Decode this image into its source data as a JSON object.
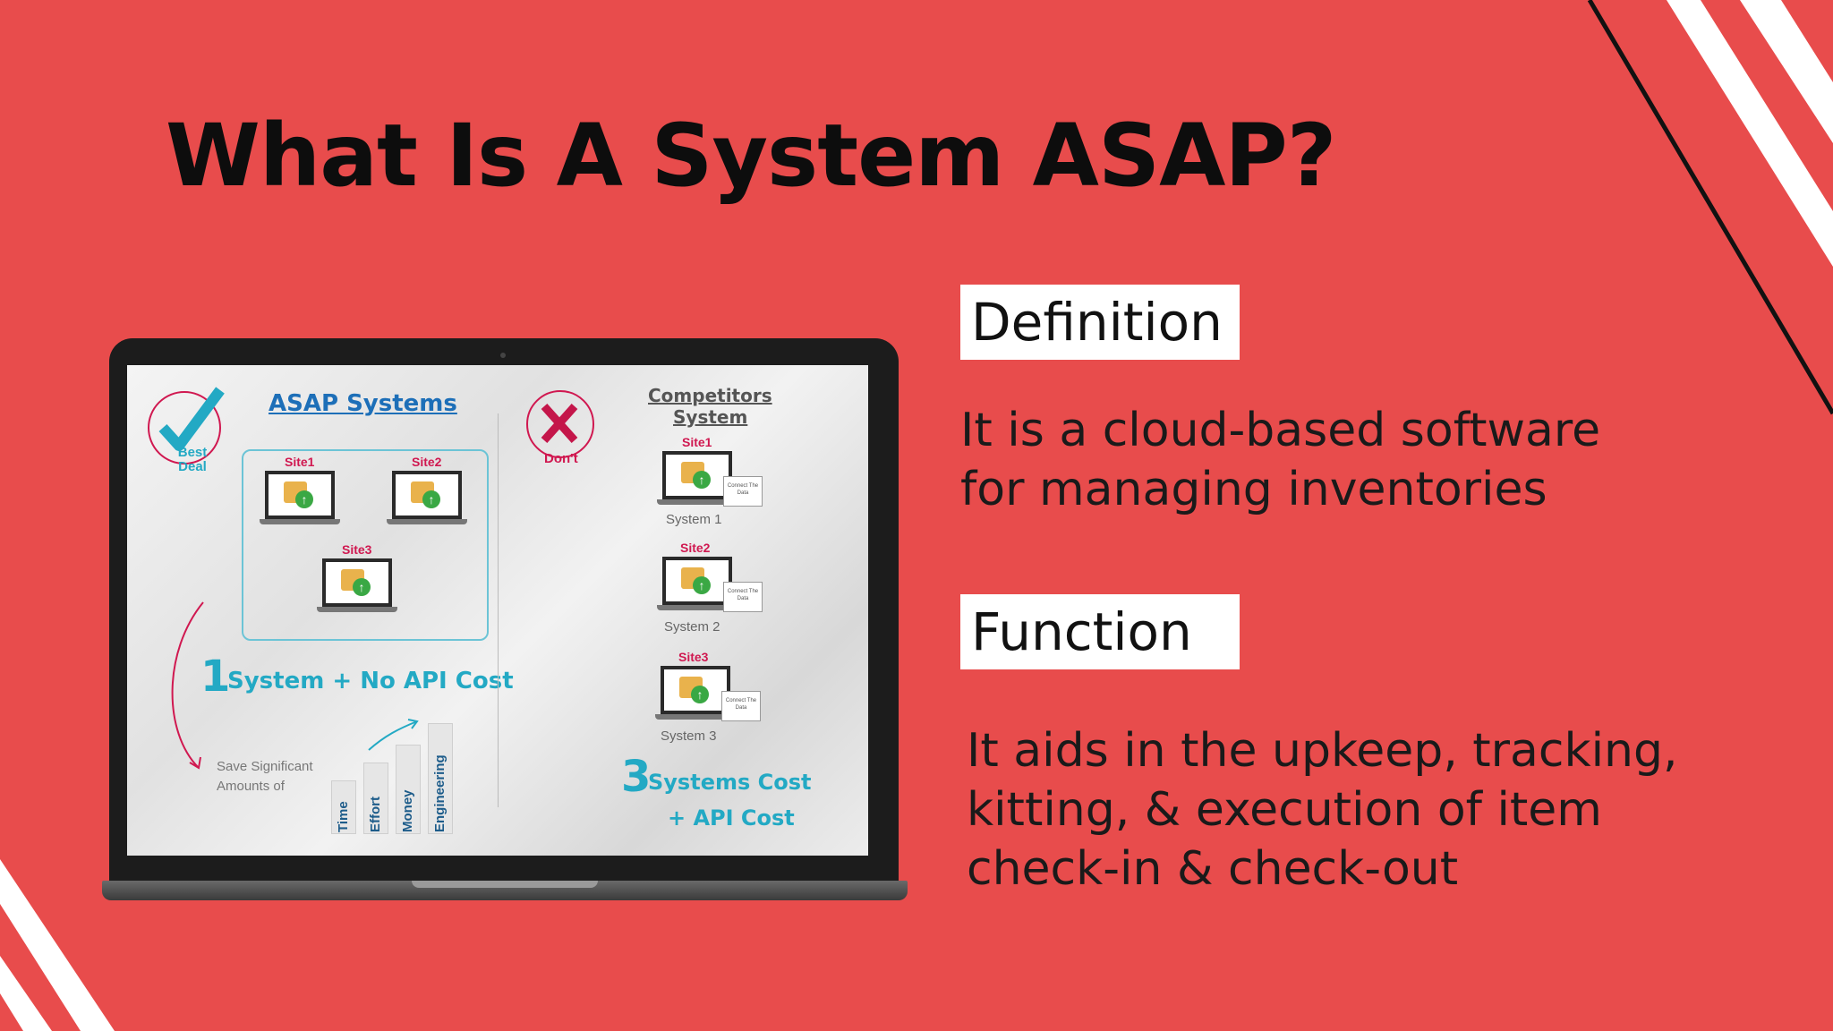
{
  "slide": {
    "title": "What Is A System ASAP?",
    "colors": {
      "background": "#e84c4c",
      "text": "#111111",
      "box": "#ffffff",
      "accent_teal": "#23a9c4",
      "accent_red": "#d01850"
    }
  },
  "sections": [
    {
      "label": "Definition",
      "text_lines": [
        "It is a cloud-based software",
        "for managing inventories"
      ]
    },
    {
      "label": "Function",
      "text_lines": [
        "It aids in the upkeep, tracking,",
        "kitting, & execution of item",
        "check-in & check-out"
      ]
    }
  ],
  "laptop_screen": {
    "left": {
      "badge": "Best Deal",
      "heading": "ASAP Systems",
      "sites": [
        "Site1",
        "Site2",
        "Site3"
      ],
      "summary_number": "1",
      "summary_text": "System + No API Cost",
      "savings_text": "Save Significant Amounts of",
      "savings_items": [
        "Time",
        "Effort",
        "Money",
        "Engineering"
      ]
    },
    "right": {
      "badge": "Don't",
      "heading_line1": "Competitors",
      "heading_line2": "System",
      "sites": [
        "Site1",
        "Site2",
        "Site3"
      ],
      "systems": [
        "System 1",
        "System 2",
        "System 3"
      ],
      "connect_label": "Connect The Data",
      "summary_number": "3",
      "summary_text": "Systems Cost",
      "summary_text2": "+ API Cost"
    }
  }
}
